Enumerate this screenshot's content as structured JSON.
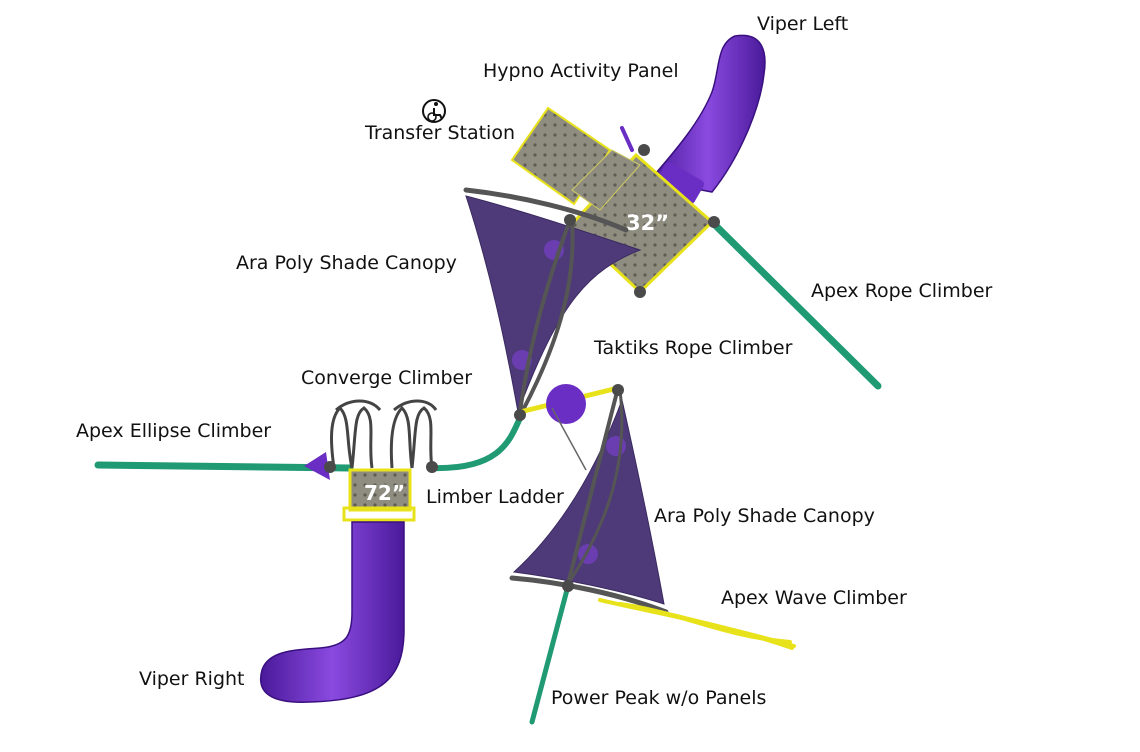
{
  "labels": {
    "viper_left": "Viper Left",
    "hypno_activity_panel": "Hypno Activity Panel",
    "transfer_station": "Transfer Station",
    "ara_poly_shade_canopy_top": "Ara Poly Shade Canopy",
    "apex_rope_climber": "Apex Rope Climber",
    "taktiks_rope_climber": "Taktiks Rope Climber",
    "converge_climber": "Converge Climber",
    "apex_ellipse_climber": "Apex Ellipse Climber",
    "limber_ladder": "Limber Ladder",
    "ara_poly_shade_canopy_bottom": "Ara Poly Shade Canopy",
    "apex_wave_climber": "Apex Wave Climber",
    "viper_right": "Viper Right",
    "power_peak": "Power Peak w/o Panels"
  },
  "deck_heights": {
    "upper_deck": "32”",
    "lower_deck": "72”"
  },
  "colors": {
    "slide_purple": "#6a2ec4",
    "canopy_purple": "#4e3a78",
    "pole_green": "#1f9a72",
    "accent_yellow": "#e8e21a",
    "deck_gray": "#8c8a7c",
    "post_gray": "#555555"
  },
  "icons": {
    "transfer_station": "wheelchair-accessibility-icon"
  }
}
